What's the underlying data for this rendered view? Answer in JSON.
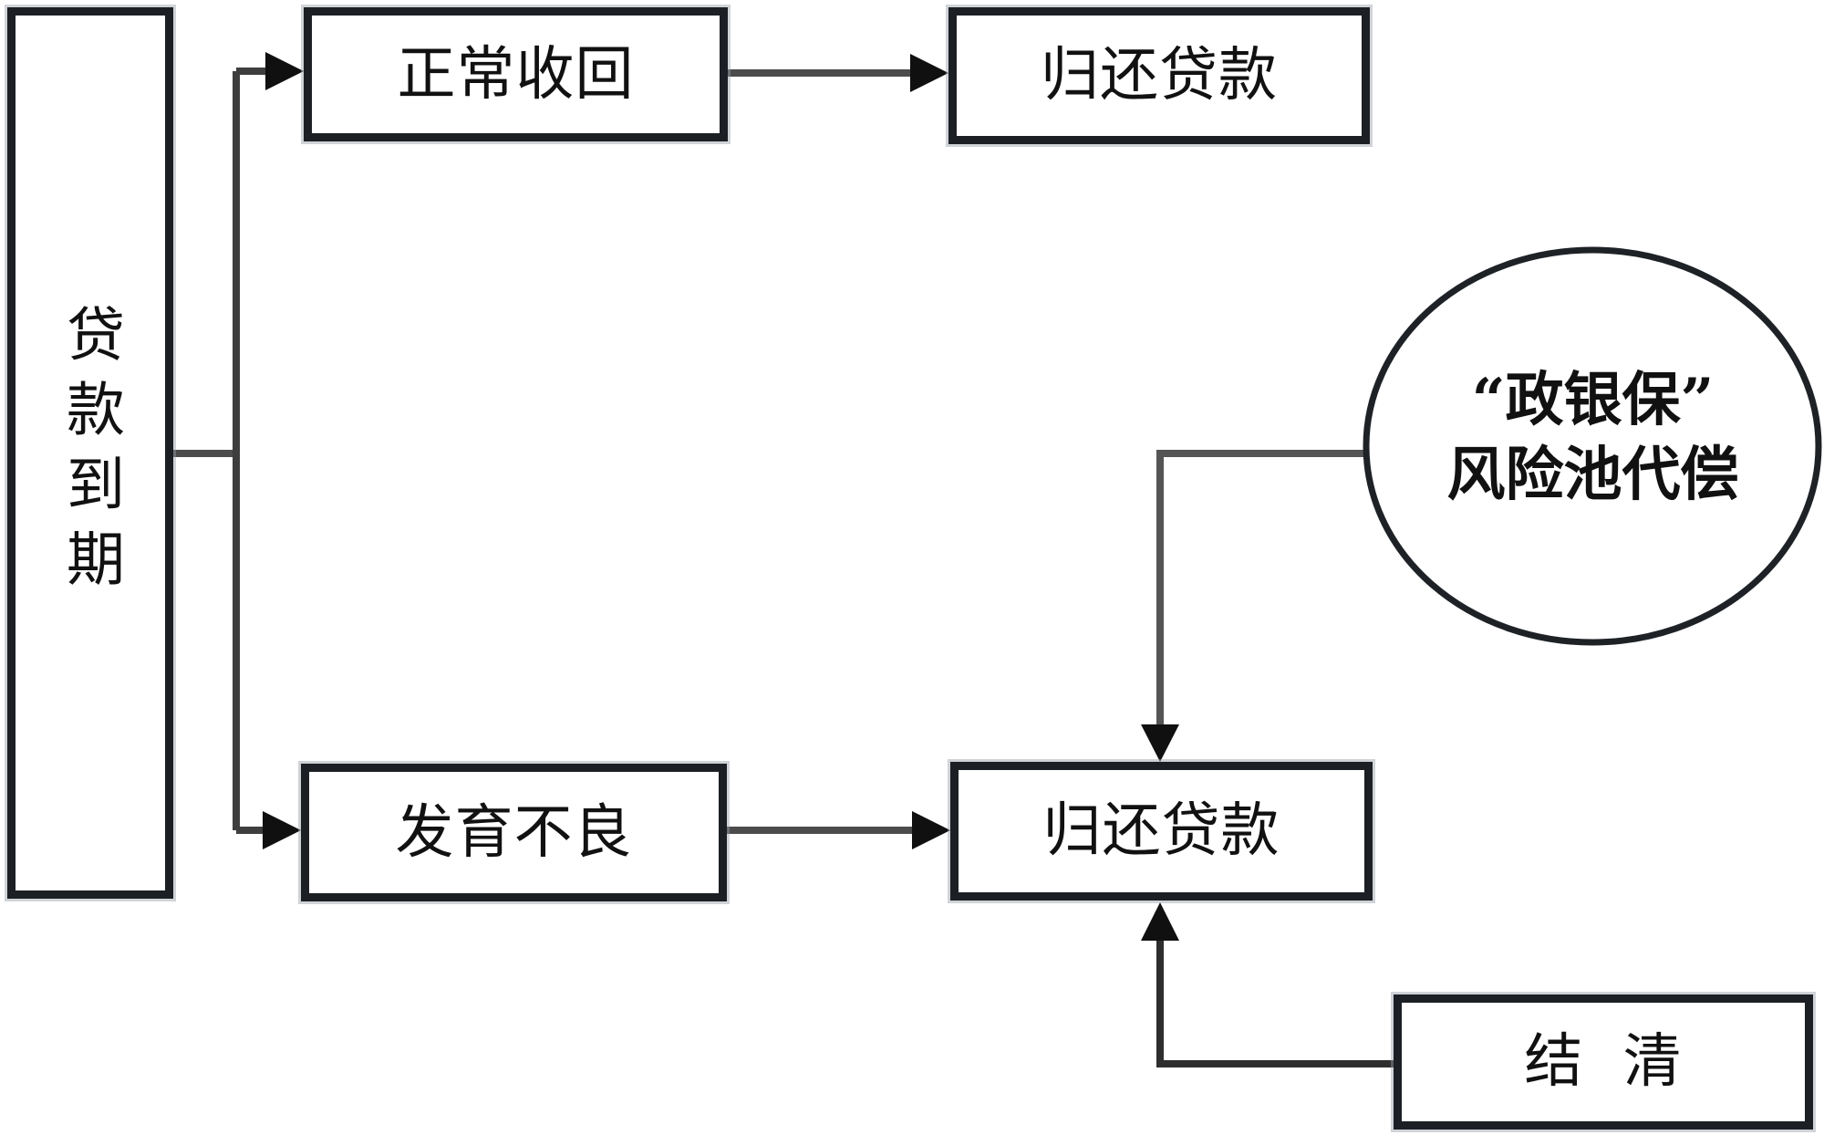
{
  "colors": {
    "background": "#ffffff",
    "box_border": "#1c2025",
    "connector_line": "#4c4c4c",
    "arrowhead": "#101010",
    "text": "#111111"
  },
  "nodes": {
    "loan_due": {
      "label": "贷款到期"
    },
    "normal_recovery": {
      "label": "正常收回"
    },
    "repay_loan_top": {
      "label": "归还贷款"
    },
    "poor_development": {
      "label": "发育不良"
    },
    "repay_loan_bottom": {
      "label": "归还贷款"
    },
    "settled": {
      "label": "结 清"
    },
    "risk_pool": {
      "line1": "“政银保”",
      "line2": "风险池代偿"
    }
  },
  "edges": [
    {
      "from": "loan_due",
      "to": "normal_recovery"
    },
    {
      "from": "loan_due",
      "to": "poor_development"
    },
    {
      "from": "normal_recovery",
      "to": "repay_loan_top"
    },
    {
      "from": "poor_development",
      "to": "repay_loan_bottom"
    },
    {
      "from": "risk_pool",
      "to": "repay_loan_bottom"
    },
    {
      "from": "settled",
      "to": "repay_loan_bottom"
    }
  ]
}
